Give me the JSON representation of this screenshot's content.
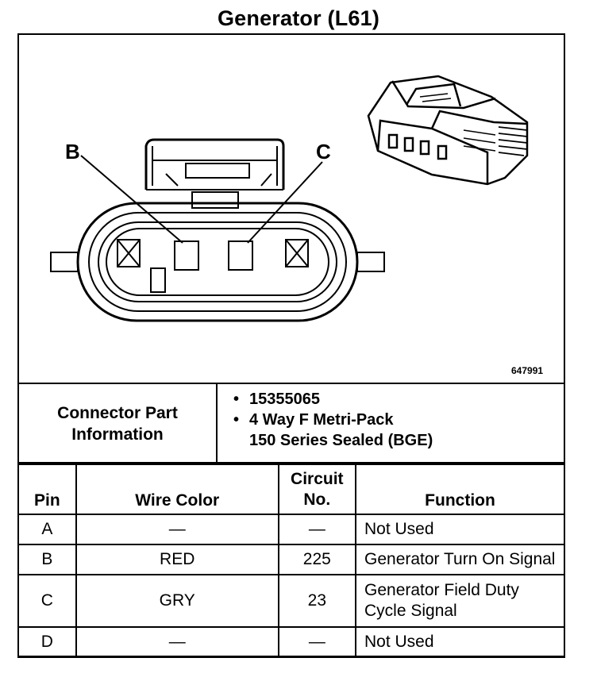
{
  "title": "Generator (L61)",
  "diagram": {
    "label_b": "B",
    "label_c": "C",
    "part_number": "647991"
  },
  "connector_info": {
    "label": "Connector Part Information",
    "part_no": "15355065",
    "desc_line1": "4 Way F Metri-Pack",
    "desc_line2": "150 Series Sealed (BGE)"
  },
  "pin_table": {
    "headers": [
      "Pin",
      "Wire Color",
      "Circuit No.",
      "Function"
    ],
    "rows": [
      {
        "pin": "A",
        "wire": "—",
        "circuit": "—",
        "function": "Not Used"
      },
      {
        "pin": "B",
        "wire": "RED",
        "circuit": "225",
        "function": "Generator Turn On Signal"
      },
      {
        "pin": "C",
        "wire": "GRY",
        "circuit": "23",
        "function": "Generator Field Duty Cycle Signal"
      },
      {
        "pin": "D",
        "wire": "—",
        "circuit": "—",
        "function": "Not Used"
      }
    ]
  }
}
